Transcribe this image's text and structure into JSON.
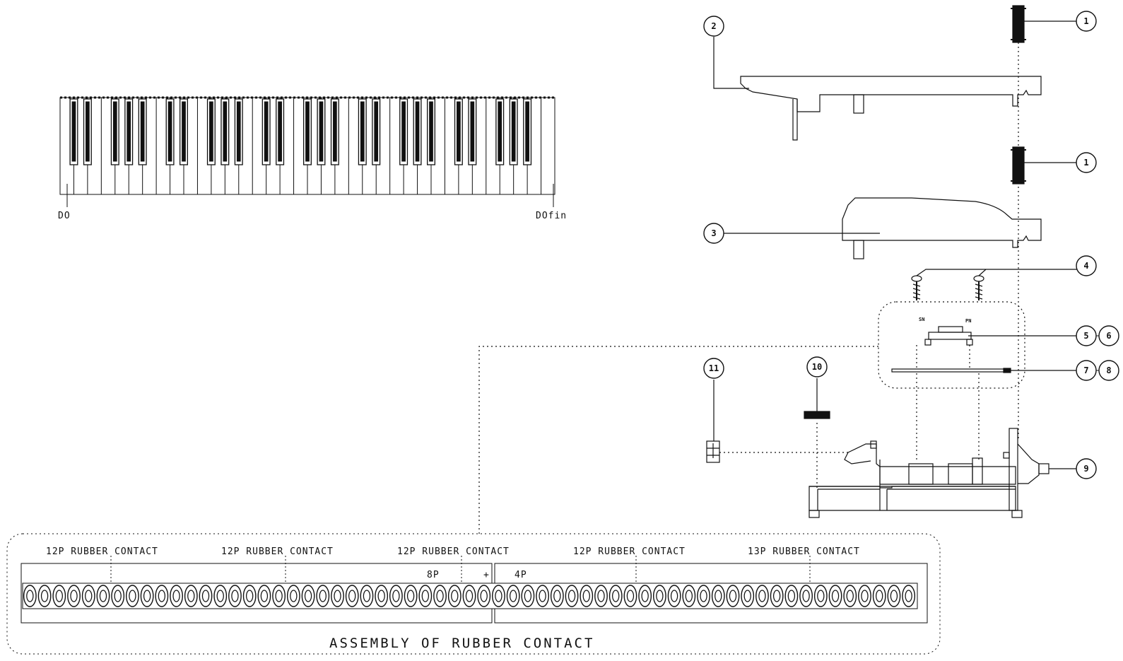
{
  "keyboard": {
    "left_label": "DO",
    "right_label": "DOfin",
    "white_key_count": 36
  },
  "callouts": [
    {
      "id": "c1a",
      "text": "1"
    },
    {
      "id": "c2",
      "text": "2"
    },
    {
      "id": "c1b",
      "text": "1"
    },
    {
      "id": "c3",
      "text": "3"
    },
    {
      "id": "c4",
      "text": "4"
    },
    {
      "id": "c5",
      "text": "5"
    },
    {
      "id": "c6",
      "text": "6"
    },
    {
      "id": "c7",
      "text": "7"
    },
    {
      "id": "c8",
      "text": "8"
    },
    {
      "id": "c9",
      "text": "9"
    },
    {
      "id": "c10",
      "text": "10"
    },
    {
      "id": "c11",
      "text": "11"
    }
  ],
  "pcb_marks": {
    "left": "SN",
    "right": "PN"
  },
  "rubber": {
    "sections": [
      "12P RUBBER CONTACT",
      "12P RUBBER CONTACT",
      "12P RUBBER CONTACT",
      "12P RUBBER CONTACT",
      "13P RUBBER CONTACT"
    ],
    "sub_8p": "8P",
    "sub_plus": "+",
    "sub_4p": "4P",
    "title": "ASSEMBLY OF RUBBER CONTACT",
    "contact_count": 61
  }
}
